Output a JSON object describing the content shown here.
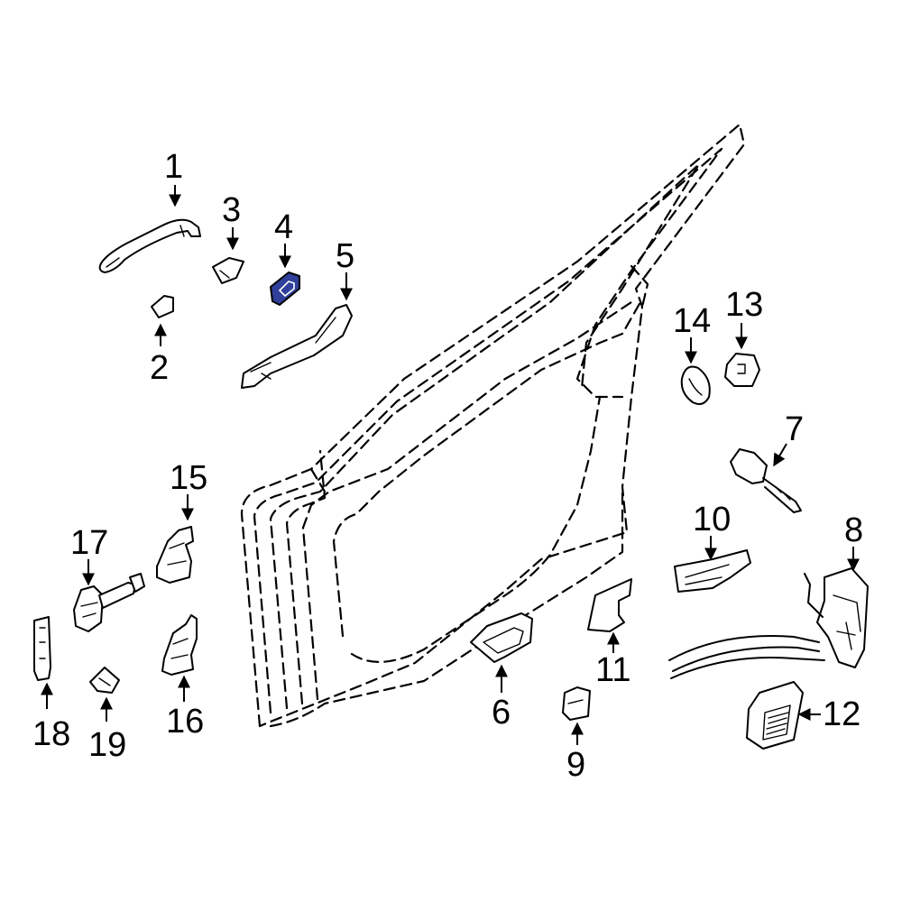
{
  "highlight_color": "#2f3f9a",
  "highlighted_part": "4",
  "callouts": {
    "c1": "1",
    "c2": "2",
    "c3": "3",
    "c4": "4",
    "c5": "5",
    "c6": "6",
    "c7": "7",
    "c8": "8",
    "c9": "9",
    "c10": "10",
    "c11": "11",
    "c12": "12",
    "c13": "13",
    "c14": "14",
    "c15": "15",
    "c16": "16",
    "c17": "17",
    "c18": "18",
    "c19": "19"
  }
}
